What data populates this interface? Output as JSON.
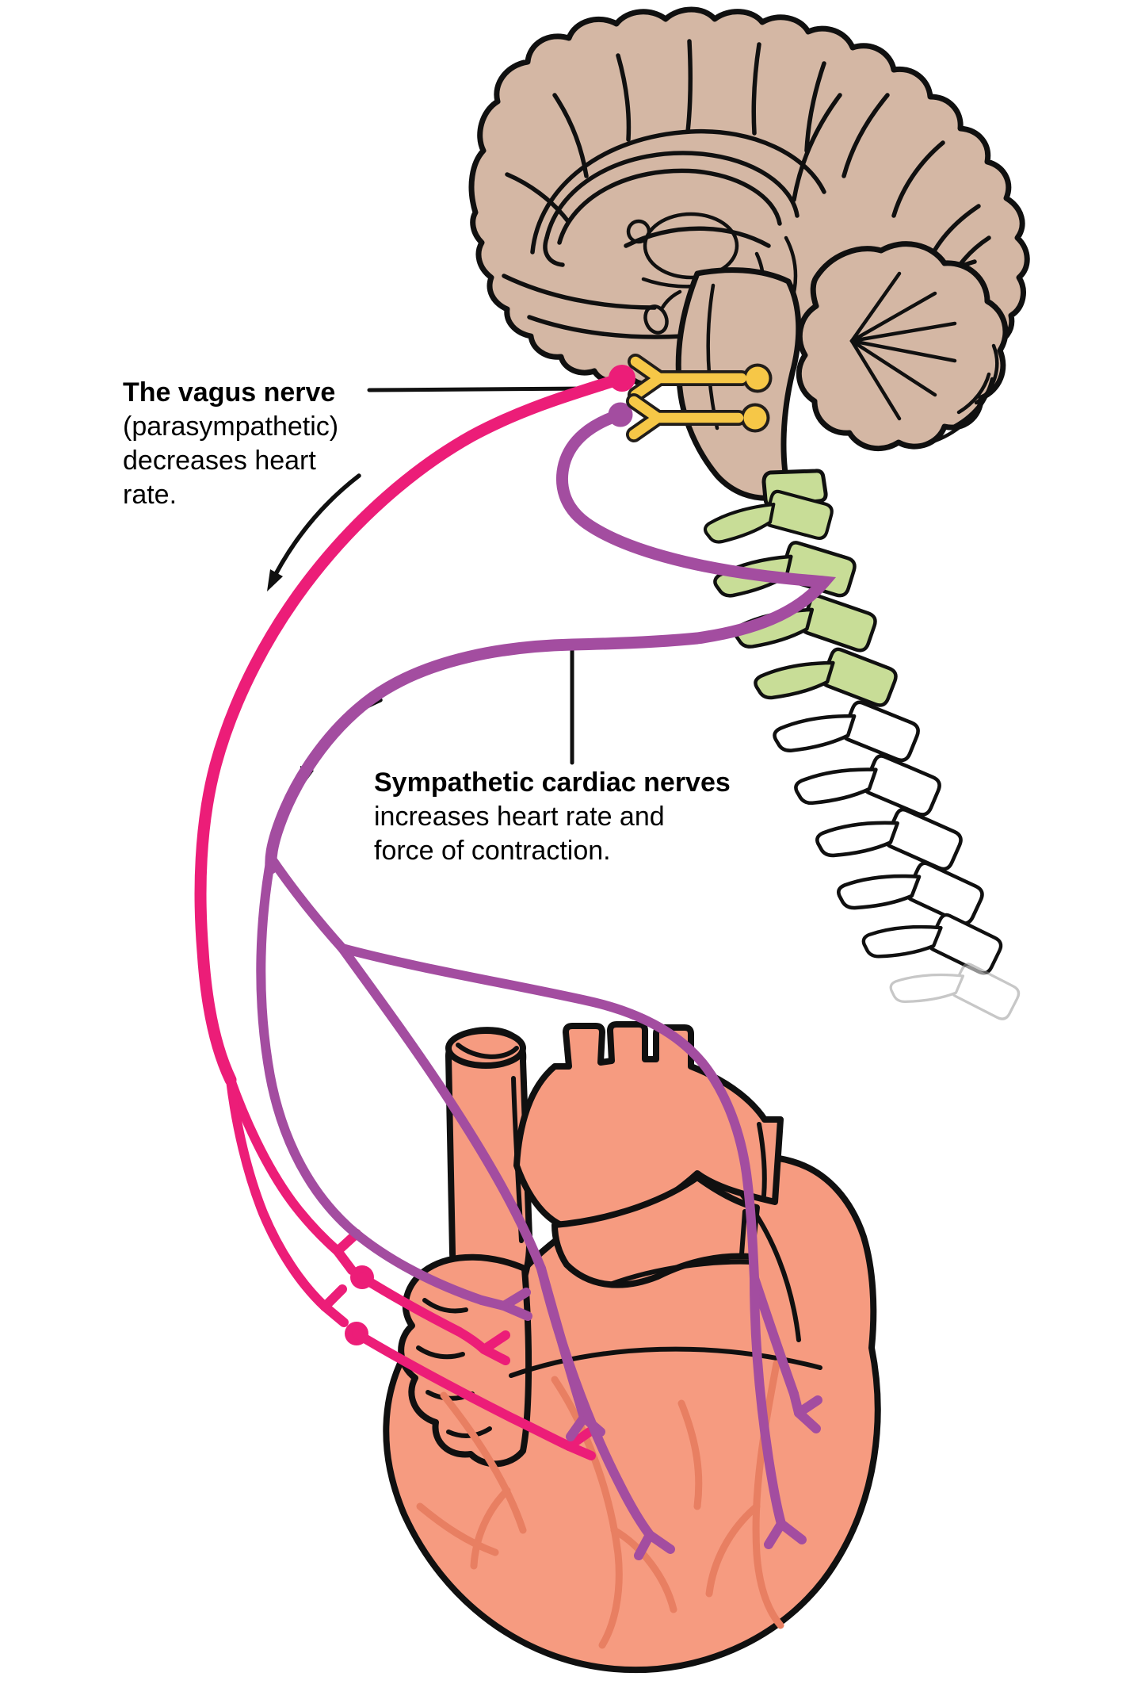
{
  "labels": {
    "vagus": {
      "title": "The vagus nerve",
      "body": "(parasympathetic)\ndecreases heart\nrate."
    },
    "sympathetic": {
      "title": "Sympathetic cardiac nerves",
      "body": "increases heart rate and\nforce of contraction."
    }
  },
  "colors": {
    "background": "#ffffff",
    "text": "#000000",
    "outline": "#101010",
    "brain": "#d4b7a4",
    "vertebrae_green": "#c8dd97",
    "vertebrae_white": "#ffffff",
    "heart": "#f69b80",
    "heart_vessels": "#e87f62",
    "vagus_pink": "#ec1d78",
    "sympathetic_purple": "#a34da0",
    "nerve_root_yellow": "#f6c747",
    "nerve_root_outline": "#211d1a"
  }
}
